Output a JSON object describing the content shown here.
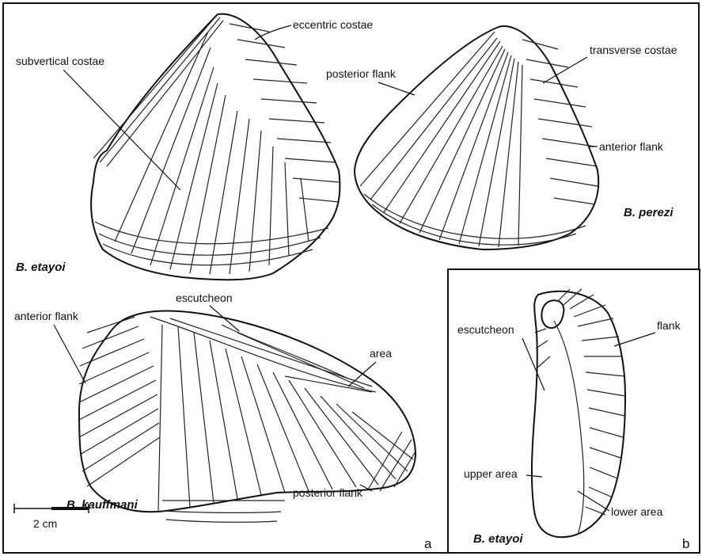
{
  "figure": {
    "panel_a_letter": "a",
    "panel_b_letter": "b",
    "scale_label": "2 cm"
  },
  "species": {
    "b_etayoi_a": "B. etayoi",
    "b_perezi": "B. perezi",
    "b_kauffmani": "B. kauffmani",
    "b_etayoi_b": "B. etayoi"
  },
  "labels": {
    "eccentric_costae": "eccentric costae",
    "subvertical_costae": "subvertical costae",
    "posterior_flank_perezi": "posterior flank",
    "transverse_costae": "transverse costae",
    "anterior_flank_perezi": "anterior flank",
    "anterior_flank_kauffmani": "anterior flank",
    "escutcheon_kauffmani": "escutcheon",
    "area_kauffmani": "area",
    "posterior_flank_kauffmani": "posterior flank",
    "escutcheon_b": "escutcheon",
    "flank_b": "flank",
    "upper_area_b": "upper area",
    "lower_area_b": "lower area"
  }
}
